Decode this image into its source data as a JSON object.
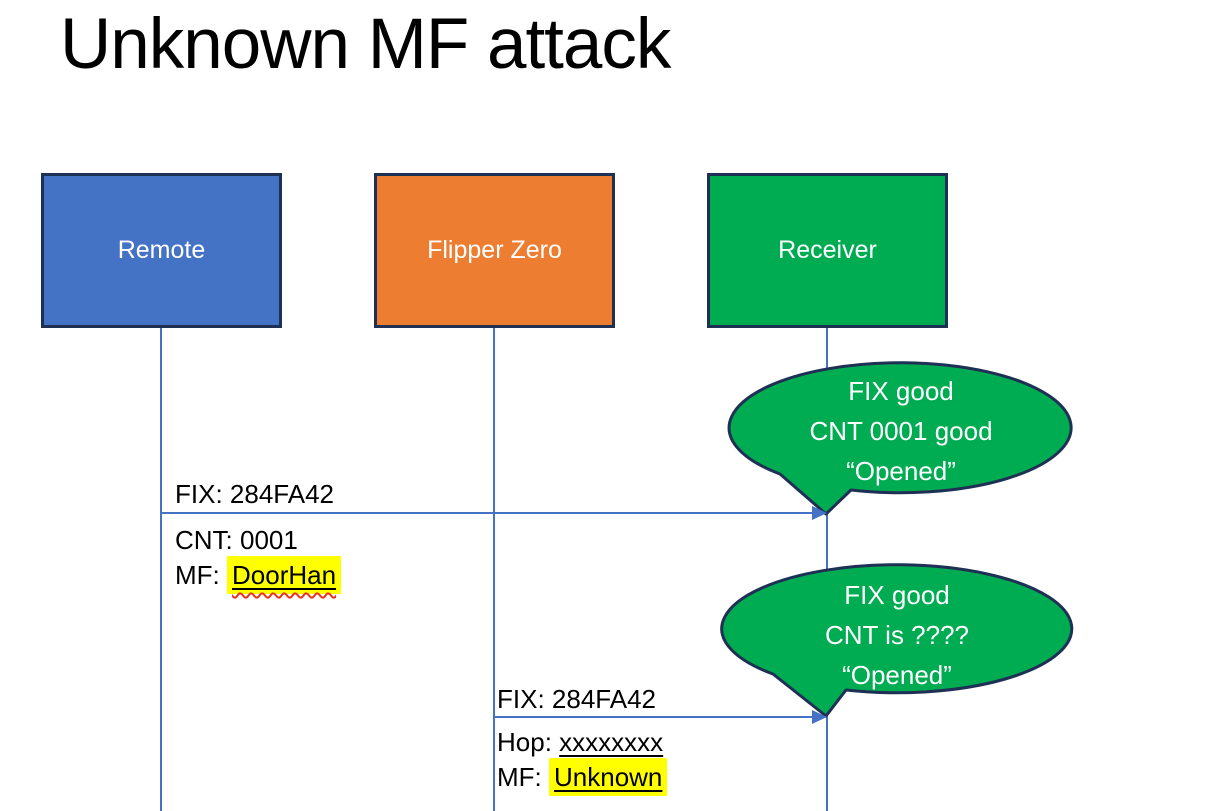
{
  "title": "Unknown MF attack",
  "actors": {
    "remote": {
      "label": "Remote"
    },
    "flipper": {
      "label": "Flipper Zero"
    },
    "receiver": {
      "label": "Receiver"
    }
  },
  "messages": {
    "m1": {
      "line1": "FIX: 284FA42",
      "line2": "CNT: 0001",
      "line3_prefix": "MF: ",
      "line3_value": "DoorHan"
    },
    "m2": {
      "line1": "FIX: 284FA42",
      "line2_prefix": "Hop: ",
      "line2_value": "xxxxxxxx",
      "line3_prefix": "MF: ",
      "line3_value": "Unknown"
    }
  },
  "bubbles": {
    "b1": {
      "line1": "FIX good",
      "line2": "CNT 0001 good",
      "line3": "“Opened”"
    },
    "b2": {
      "line1": "FIX good",
      "line2": "CNT is ????",
      "line3": "“Opened”"
    }
  },
  "colors": {
    "remote_fill": "#4472C4",
    "flipper_fill": "#ED7D31",
    "receiver_fill": "#00AC52",
    "bubble_fill": "#00AC52",
    "shape_border": "#1F3055",
    "bubble_border": "#1F3055",
    "connector": "#4472C4",
    "highlight": "#FFFF00",
    "spellcheck_wavy": "#E8341C"
  }
}
